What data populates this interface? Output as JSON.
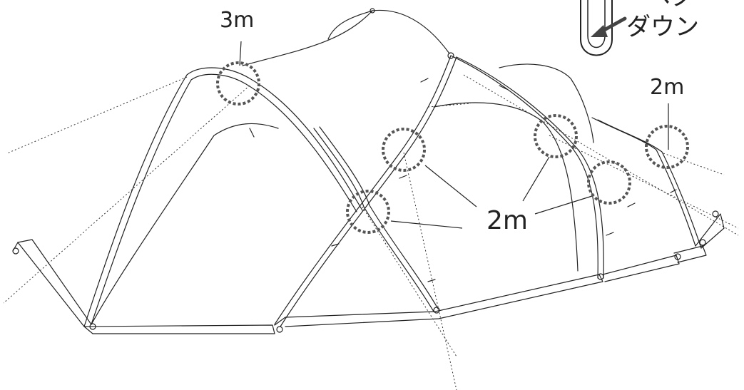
{
  "labels": {
    "three_m": "3m",
    "two_m_right": "2m",
    "two_m_center": "2m",
    "down_text": "ダウン",
    "clipped_text": "ペグ"
  },
  "colors": {
    "line": "#222222",
    "circle": "#555555",
    "arrow": "#444444"
  },
  "icons": {
    "switch": "slide-switch-icon",
    "arrow": "down-left-arrow-icon"
  }
}
